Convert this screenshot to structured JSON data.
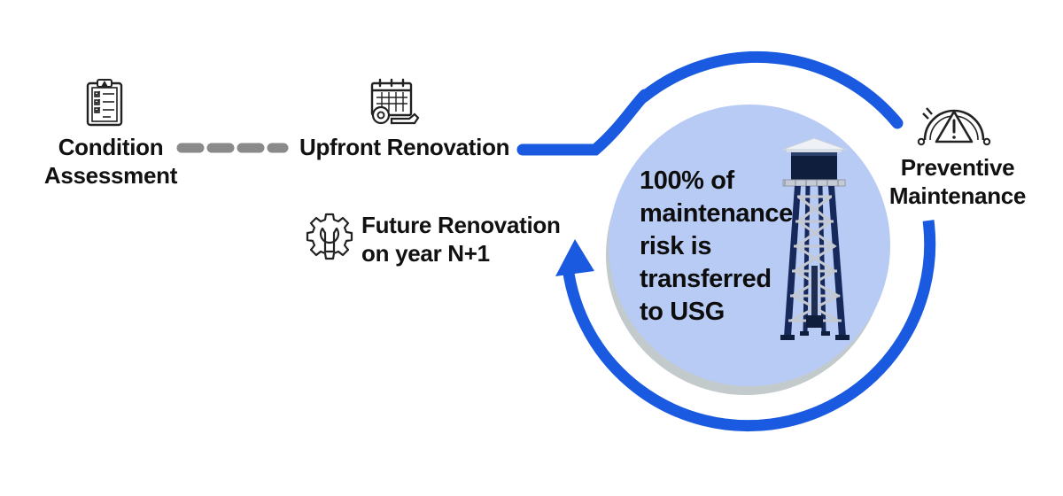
{
  "colors": {
    "accent_blue": "#1a5ae0",
    "circle_fill": "#b8cbf5",
    "circle_shadow": "#c2cacc",
    "dash_gray": "#8a8a8a",
    "text": "#111111",
    "tower_dark": "#0f1e3d"
  },
  "steps": {
    "condition_assessment": {
      "line1": "Condition",
      "line2": "Assessment",
      "icon": "clipboard-checklist-icon"
    },
    "upfront_renovation": {
      "label": "Upfront Renovation",
      "icon": "calendar-gear-wrench-icon"
    },
    "preventive_maintenance": {
      "line1": "Preventive",
      "line2": "Maintenance",
      "icon": "gauge-warning-icon"
    },
    "future_renovation": {
      "line1": "Future Renovation",
      "line2": "on year N+1",
      "icon": "gear-wrench-icon"
    }
  },
  "center": {
    "line1": "100% of",
    "line2": "maintenance",
    "line3": "risk is",
    "line4": "transferred",
    "line5": "to USG",
    "illustration": "water-tower-illustration"
  }
}
